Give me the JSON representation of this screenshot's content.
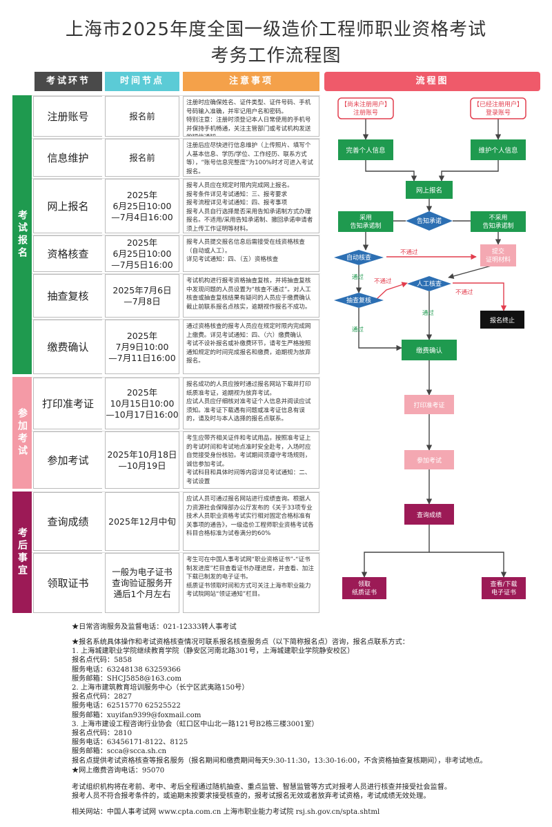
{
  "title": {
    "line1": "上海市2025年度全国一级造价工程师职业资格考试",
    "line2": "考务工作流程图"
  },
  "headers": {
    "stage": "考试环节",
    "time": "时间节点",
    "notes": "注意事项",
    "flow": "流程图"
  },
  "sections": [
    {
      "label": "考试报名",
      "color": "#1f9a4f"
    },
    {
      "label": "参加考试",
      "color": "#f49aa6"
    },
    {
      "label": "考后事宜",
      "color": "#9c1a56"
    }
  ],
  "rows": [
    {
      "stage": "注册账号",
      "time": "报名前",
      "notes": "注册时应确保姓名、证件类型、证件号码、手机号码输入准确，并牢记用户名和密码。\n特别注意：注册时须登记本人日常使用的手机号并保持手机畅通，关注主管部门或考试机构发送的短信通知。"
    },
    {
      "stage": "信息维护",
      "time": "报名前",
      "notes": "注册后应尽快进行信息维护（上传照片、填写个人基本信息、学历/学位、工作经历、联系方式等），“账号信息完整度”为100%时才可进入考试报名。"
    },
    {
      "stage": "网上报名",
      "time": "2025年\n6月25日10:00\n—7月4日16:00",
      "notes": "报考人员应在规定时限内完成网上报名。\n报考条件详见考试通知：三、报考要求\n报考流程详见考试通知：四、报考事项\n报考人员自行选择是否采用告知承诺制方式办理报名。不适用/采用告知承诺制、撤回承诺申请者须上传工作证明等材料。"
    },
    {
      "stage": "资格核查",
      "time": "2025年\n6月25日10:00\n—7月5日16:00",
      "notes": "报考人员提交报名信息后需接受在线资格核查（自动或人工）。\n详见考试通知：四、（五）资格核查"
    },
    {
      "stage": "抽查复核",
      "time": "2025年7月6日\n—7月8日",
      "notes": "考试机构进行报考资格抽查复核，并将抽查复核中发现问题的人员设置为“核查不通过”。对人工核查或抽查复核结果有疑问的人员应于缴费确认截止前联系报名点核实，逾期视作报名不成功。"
    },
    {
      "stage": "缴费确认",
      "time": "2025年\n7月9日10:00\n—7月11日16:00",
      "notes": "通过资格核查的报考人员应在规定时限内完成网上缴费。详见考试通知：四、（六）缴费确认\n考试不设补报名或补缴费环节，请考生严格按照通知规定的时间完成报名和缴费，逾期视为放弃报名。"
    },
    {
      "stage": "打印准考证",
      "time": "2025年\n10月15日10:00\n—10月17日16:00",
      "notes": "报名成功的人员应按时通过报名网站下载并打印纸质准考证，逾期视为放弃考试。\n应试人员应仔细核对准考证个人信息并阅读应试须知。准考证下载遇有问题或准考证信息有误的，请及时与本人选择的报名点联系。"
    },
    {
      "stage": "参加考试",
      "time": "2025年10月18日\n—10月19日",
      "notes": "考生应带齐相关证件和考试用品，按照准考证上的考试时间和考试地点准时安全赴考，入场时应自觉接受身份核验。考试期间须遵守考场规则，诚信参加考试。\n考试科目和具体时间等内容详见考试通知：二、考试设置"
    },
    {
      "stage": "查询成绩",
      "time": "2025年12月中旬",
      "notes": "应试人员可通过报名网站进行成绩查询。根据人力资源社会保障部办公厅发布的《关于33项专业技术人员职业资格考试实行相对固定合格标准有关事项的通告》，一级造价工程师职业资格考试各科目合格标准为试卷满分的60%"
    },
    {
      "stage": "领取证书",
      "time": "一般为电子证书\n查询验证服务开\n通后1个月左右",
      "notes": "考生可在中国人事考试网“职业资格证书”-“证书制发进度”栏目查看证书办理进度，并查看、加注下载已制发的电子证书。\n纸质证书领取时间和方式可关注上海市职业能力考试院网站“领证通知”栏目。"
    }
  ],
  "flow": {
    "start_left": "【尚未注册用户】\n注册账号",
    "start_right": "【已经注册用户】\n登录账号",
    "complete_info": "完善个人信息",
    "maintain_info": "维护个人信息",
    "online_signup": "网上报名",
    "commit_notice": "告知承诺",
    "use_commit": "采用\n告知承诺制",
    "no_commit": "不采用\n告知承诺制",
    "auto_check": "自动核查",
    "submit_proof": "提交\n证明材料",
    "manual_check": "人工核查",
    "spot_check": "抽查复核",
    "signup_end": "报名终止",
    "pay_confirm": "缴费确认",
    "print_ticket": "打印准考证",
    "take_exam": "参加考试",
    "query_score": "查询成绩",
    "get_paper": "领取\n纸质证书",
    "get_e": "查看/下载\n电子证书",
    "pass": "通过",
    "fail": "不通过"
  },
  "bottom": {
    "hotline": "★日常咨询服务及监督电话：021-12333转人事考试",
    "agencies": "★报名系统具体操作和考试资格核查情况可联系报名核查服务点（以下简称报名点）咨询，报名点联系方式：\n1. 上海城建职业学院继续教育学院（静安区河南北路301号，上海城建职业学院静安校区）\n报名点代码：5858\n服务电话：63248138 63259366\n服务邮箱：SHCJ5858@163.com\n2. 上海市建筑教育培训服务中心（长宁区武夷路150号）\n报名点代码：2827\n服务电话：62515770 62525522\n服务邮箱：xuyifan9399@foxmail.com\n3. 上海市建设工程咨询行业协会（虹口区中山北一路121号B2栋三楼3001室）\n报名点代码：2810\n服务电话：63456171-8122、8125\n服务邮箱：scca@scca.sh.cn\n报名点提供考试资格核查等报名服务（报名期间和缴费期间每天9:30-11:30，13:30-16:00，不含资格抽查复核期间），非考试地点。",
    "pay_hotline": "★网上缴费咨询电话：95070",
    "warning": "考试组织机构将在考前、考中、考后全程通过随机抽查、重点监管、智慧监管等方式对报考人员进行核查并接受社会监督。\n报考人员不符合报考条件的，或逾期未按要求接受核查的，报考试报名无效或者放弃考试资格，考试成绩无效处理。",
    "links": "相关网站：中国人事考试网 www.cpta.com.cn    上海市职业能力考试院 rsj.sh.gov.cn/spta.shtml"
  }
}
